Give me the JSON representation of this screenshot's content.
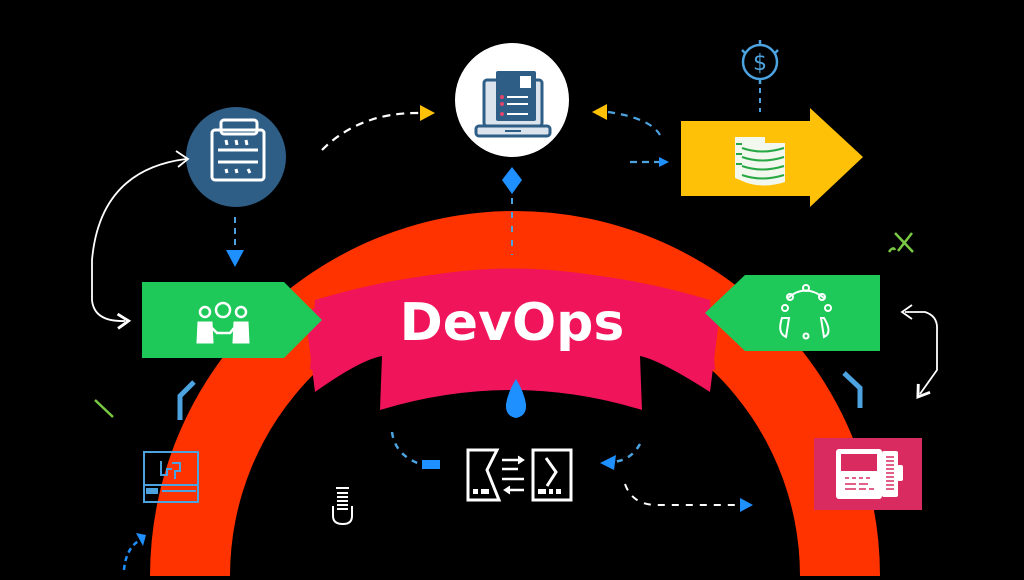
{
  "diagram": {
    "title": "DevOps",
    "background": "#000000",
    "colors": {
      "arc": "#ff3300",
      "banner": "#f0145a",
      "green_tag": "#1ec95a",
      "yellow_arrow": "#ffc107",
      "navy_circle": "#2e5d86",
      "white_circle": "#ffffff",
      "blue_accent": "#1e90ff",
      "light_blue": "#4da3e0",
      "pink_card": "#d92b5f",
      "lime": "#7ac943"
    },
    "nodes": [
      {
        "id": "plan",
        "shape": "circle",
        "icon": "document-clipboard-icon",
        "color": "#2e5d86"
      },
      {
        "id": "code",
        "shape": "circle",
        "icon": "laptop-document-icon",
        "color": "#ffffff"
      },
      {
        "id": "release",
        "shape": "arrow",
        "icon": "database-stack-icon",
        "color": "#ffc107"
      },
      {
        "id": "cost",
        "shape": "ring",
        "icon": "dollar-icon",
        "label": "$"
      },
      {
        "id": "collaborate",
        "shape": "tag-right",
        "icon": "team-people-icon",
        "color": "#1ec95a"
      },
      {
        "id": "monitor",
        "shape": "tag-left",
        "icon": "headset-network-icon",
        "color": "#1ec95a"
      },
      {
        "id": "deploy",
        "shape": "icon",
        "icon": "devices-sync-icon"
      },
      {
        "id": "build",
        "shape": "box",
        "icon": "circuit-panel-icon"
      },
      {
        "id": "test",
        "shape": "icon",
        "icon": "test-tube-icon"
      },
      {
        "id": "operate",
        "shape": "card",
        "icon": "terminal-machine-icon",
        "color": "#d92b5f"
      }
    ]
  }
}
